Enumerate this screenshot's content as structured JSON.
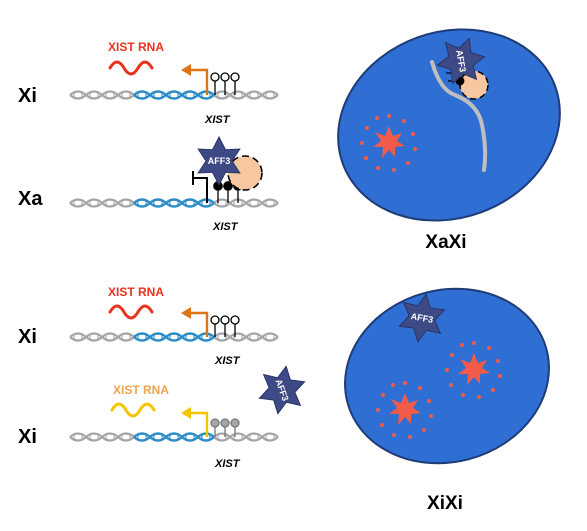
{
  "colors": {
    "xist_rna_red": "#e8331f",
    "xist_rna_yellow": "#f5c400",
    "xist_label_red": "#e8331f",
    "xist_label_orange": "#f0a44e",
    "dna_blue": "#2a8cc8",
    "dna_grey": "#a6a6a6",
    "nucleus_fill": "#2f6fd3",
    "nucleus_border": "#1e3c78",
    "aff3_star": "#3d4a86",
    "partner_protein": "#f6c7a0",
    "promoter_arrow_orange": "#de7318",
    "foci_red": "#f25a4a",
    "methyl_grey": "#a6a6a6"
  },
  "top_panel": {
    "row1": {
      "chrom_label": "Xi",
      "rna_label": "XIST RNA",
      "gene_label": "XIST"
    },
    "row2": {
      "chrom_label": "Xa",
      "protein_label": "AFF3",
      "gene_label": "XIST"
    },
    "nucleus": {
      "label": "XaXi",
      "protein_label": "AFF3"
    }
  },
  "bottom_panel": {
    "row1": {
      "chrom_label": "Xi",
      "rna_label": "XIST RNA",
      "gene_label": "XIST"
    },
    "row2": {
      "chrom_label": "Xi",
      "rna_label": "XIST RNA",
      "gene_label": "XIST"
    },
    "free_protein_label": "AFF3",
    "nucleus": {
      "label": "XiXi",
      "protein_label": "AFF3"
    }
  }
}
